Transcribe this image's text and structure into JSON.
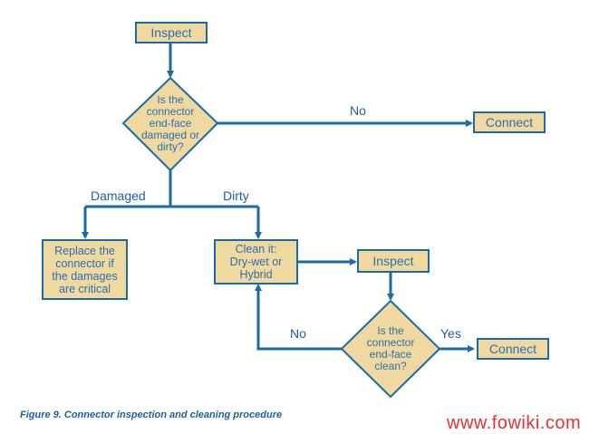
{
  "nodes": {
    "inspect_top": "Inspect",
    "decision_damaged": "Is the connector end-face damaged or dirty?",
    "connect_top": "Connect",
    "replace": "Replace the connector if the damages are critical",
    "clean": "Clean it: Dry-wet or Hybrid",
    "inspect_mid": "Inspect",
    "decision_clean": "Is the connector end-face clean?",
    "connect_bottom": "Connect"
  },
  "edges": {
    "no_top": "No",
    "damaged": "Damaged",
    "dirty": "Dirty",
    "no_bottom": "No",
    "yes": "Yes"
  },
  "caption": "Figure 9. Connector inspection and cleaning procedure",
  "watermark": "www.fowiki.com",
  "colors": {
    "box_fill": "#f0d9a0",
    "line": "#1a6aa8",
    "text": "#2a6fb0",
    "watermark": "#e83030"
  }
}
